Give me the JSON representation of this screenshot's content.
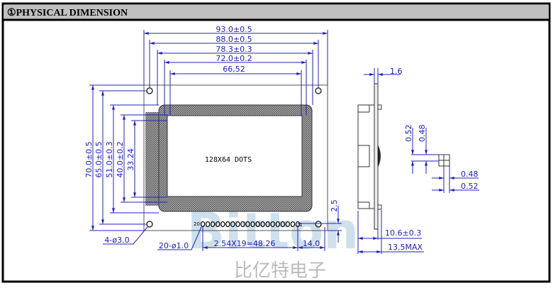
{
  "header": {
    "title": "①PHYSICAL  DIMENSION"
  },
  "front": {
    "dims_top": [
      "93.0±0.5",
      "88.0±0.5",
      "78.3±0.3",
      "72.0±0.2",
      "66,52"
    ],
    "dims_left": [
      "70.0±0.5",
      "65.0±0.5",
      "51.0±0.3",
      "40.0±0.2",
      "33.24"
    ],
    "display_label": "128X64 DOTS",
    "pin_first": "20",
    "pin_last": "1",
    "holes_note": "4-ø3.0",
    "pins_note": "20-ø1.0",
    "pitch": "2.54X19=48.26",
    "pin_offset": "14.0",
    "pin_edge": "2.5"
  },
  "side": {
    "board_thick": "1.6",
    "thick": "10.6±0.3",
    "max": "13.5MAX"
  },
  "pixel": {
    "h1": "0.52",
    "h2": "0.48",
    "w1": "0.48",
    "w2": "0.52"
  },
  "watermark": {
    "brand": "Bitton",
    "cn": "比亿特电子"
  },
  "colors": {
    "dim": "#2020c0",
    "header_bg": "#c0c0c0"
  }
}
